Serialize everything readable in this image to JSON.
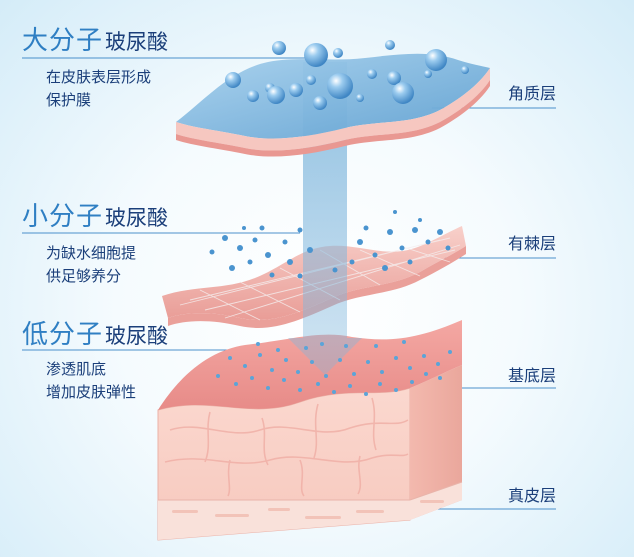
{
  "colors": {
    "accent_blue": "#2f7fc3",
    "text_navy": "#1b3f7a",
    "pink_skin": "#f3b7b0",
    "water_blue": "#7fb6dc"
  },
  "groups": [
    {
      "size": "大分子",
      "name": "玻尿酸",
      "desc_lines": [
        "在皮肤表层形成",
        "保护膜"
      ]
    },
    {
      "size": "小分子",
      "name": "玻尿酸",
      "desc_lines": [
        "为缺水细胞提",
        "供足够养分"
      ]
    },
    {
      "size": "低分子",
      "name": "玻尿酸",
      "desc_lines": [
        "渗透肌底",
        "增加皮肤弹性"
      ]
    }
  ],
  "layers": [
    "角质层",
    "有棘层",
    "基底层",
    "真皮层"
  ]
}
